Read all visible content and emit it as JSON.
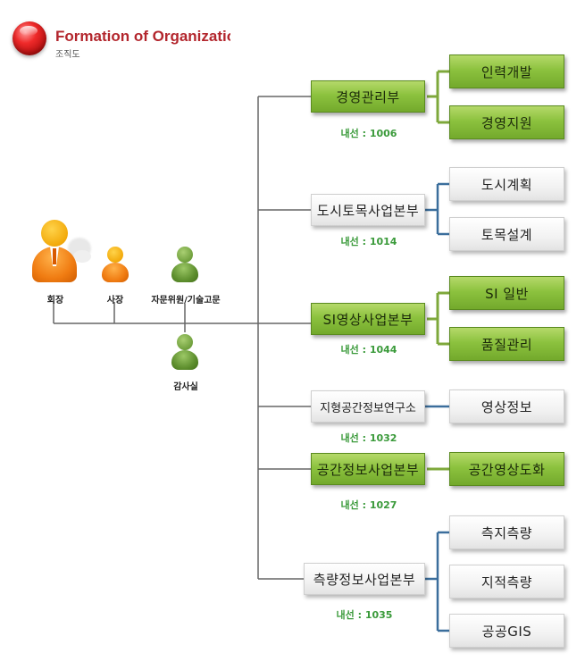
{
  "header": {
    "title": "Formation of Organization",
    "subtitle": "조직도"
  },
  "people": {
    "chairman": "회장",
    "president": "사장",
    "advisor": "자문위원/기술고문",
    "audit": "감사실"
  },
  "divisions": [
    {
      "name": "경영관리부",
      "ext": "내선 : 1006",
      "style": "green",
      "subs": [
        {
          "name": "인력개발",
          "style": "green"
        },
        {
          "name": "경영지원",
          "style": "green"
        }
      ]
    },
    {
      "name": "도시토목사업본부",
      "ext": "내선 : 1014",
      "style": "white",
      "subs": [
        {
          "name": "도시계획",
          "style": "white"
        },
        {
          "name": "토목설계",
          "style": "white"
        }
      ]
    },
    {
      "name": "SI영상사업본부",
      "ext": "내선 : 1044",
      "style": "green",
      "subs": [
        {
          "name": "SI 일반",
          "style": "green"
        },
        {
          "name": "품질관리",
          "style": "green"
        }
      ]
    },
    {
      "name": "지형공간정보연구소",
      "ext": "내선 : 1032",
      "style": "white",
      "subs": [
        {
          "name": "영상정보",
          "style": "white"
        }
      ]
    },
    {
      "name": "공간정보사업본부",
      "ext": "내선 : 1027",
      "style": "green",
      "subs": [
        {
          "name": "공간영상도화",
          "style": "green"
        }
      ]
    },
    {
      "name": "측량정보사업본부",
      "ext": "내선 : 1035",
      "style": "white",
      "subs": [
        {
          "name": "측지측량",
          "style": "white"
        },
        {
          "name": "지적측량",
          "style": "white"
        },
        {
          "name": "공공GIS",
          "style": "white"
        }
      ]
    }
  ],
  "colors": {
    "green_line": "#7ea83b",
    "blue_line": "#3b6e9c",
    "gray_line": "#666666",
    "ext_text": "#3a9a3a",
    "title_red": "#b3262d"
  }
}
